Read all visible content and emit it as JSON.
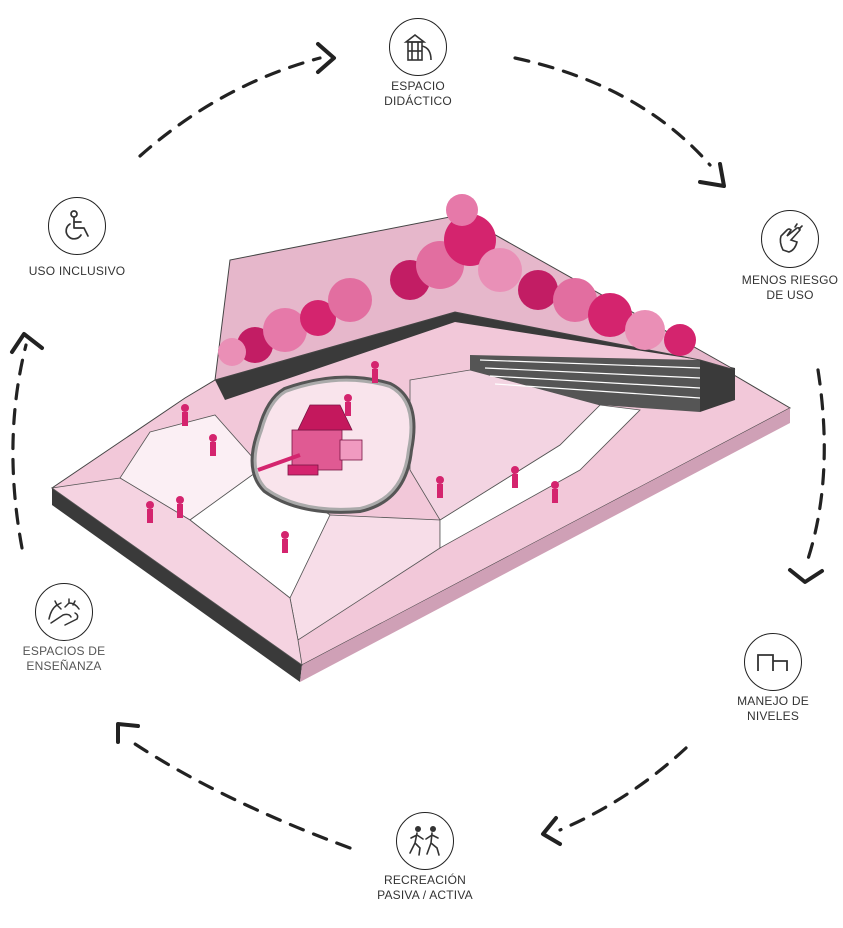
{
  "nodes": [
    {
      "id": "espacio",
      "line1": "ESPACIO",
      "line2": "DIDÁCTICO",
      "icon": "playground-icon"
    },
    {
      "id": "menos",
      "line1": "MENOS RIESGO",
      "line2": "DE USO",
      "icon": "hand-gesture-icon"
    },
    {
      "id": "manejo",
      "line1": "MANEJO DE",
      "line2": "NIVELES",
      "icon": "levels-icon"
    },
    {
      "id": "recreacion",
      "line1": "RECREACIÓN",
      "line2": "PASIVA / ACTIVA",
      "icon": "running-people-icon"
    },
    {
      "id": "espacios",
      "line1": "ESPACIOS DE",
      "line2": "ENSEÑANZA",
      "icon": "hands-icon"
    },
    {
      "id": "uso",
      "line1": "USO INCLUSIVO",
      "line2": "",
      "icon": "wheelchair-icon"
    }
  ],
  "colors": {
    "accent": "#d4246e",
    "pink_light": "#f2c8d9",
    "pink_mid": "#e8a3c1",
    "dark": "#333333",
    "stroke": "#222222"
  }
}
